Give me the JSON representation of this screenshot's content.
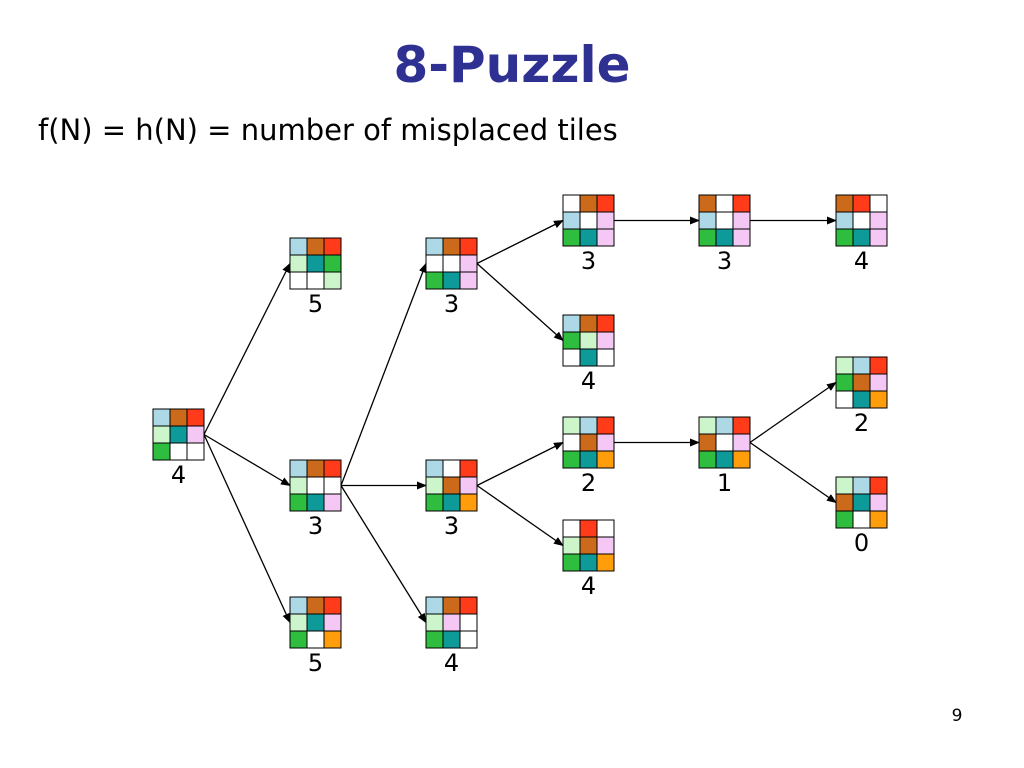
{
  "title": "8-Puzzle",
  "subtitle": "f(N) = h(N) = number of misplaced tiles",
  "page_number": "9",
  "tile_colors": {
    "1": "#add8e6",
    "2": "#cc6a1c",
    "3": "#ff3b1a",
    "4": "#ccf5cc",
    "5": "#0f9a9a",
    "6": "#f4c7f4",
    "7": "#2ebd3e",
    "8": "#ffffff",
    "9": "#ff9e0a",
    "0": "#ffffff"
  },
  "nodes": [
    {
      "id": "n0",
      "state": "123456780",
      "h": "4"
    },
    {
      "id": "n1",
      "state": "123457084",
      "h": "5"
    },
    {
      "id": "n2",
      "state": "123408756",
      "h": "3"
    },
    {
      "id": "n3",
      "state": "123456709",
      "h": "5"
    },
    {
      "id": "n4",
      "state": "123086756",
      "h": "3"
    },
    {
      "id": "n5",
      "state": "103426759",
      "h": "3"
    },
    {
      "id": "n6",
      "state": "123468750",
      "h": "4"
    },
    {
      "id": "n7",
      "state": "023186756",
      "h": "3"
    },
    {
      "id": "n8",
      "state": "123746058",
      "h": "4"
    },
    {
      "id": "n9",
      "state": "413026759",
      "h": "2"
    },
    {
      "id": "n10",
      "state": "830426759",
      "h": "4"
    },
    {
      "id": "n11",
      "state": "203186756",
      "h": "3"
    },
    {
      "id": "n12",
      "state": "230186756",
      "h": "4"
    },
    {
      "id": "n13",
      "state": "413206759",
      "h": "1"
    },
    {
      "id": "n14",
      "state": "413726059",
      "h": "2"
    },
    {
      "id": "n15",
      "state": "413256709",
      "h": "0"
    }
  ],
  "edges": [
    [
      "n0",
      "n1"
    ],
    [
      "n0",
      "n2"
    ],
    [
      "n0",
      "n3"
    ],
    [
      "n2",
      "n4"
    ],
    [
      "n2",
      "n5"
    ],
    [
      "n2",
      "n6"
    ],
    [
      "n4",
      "n7"
    ],
    [
      "n4",
      "n8"
    ],
    [
      "n5",
      "n9"
    ],
    [
      "n5",
      "n10"
    ],
    [
      "n7",
      "n11"
    ],
    [
      "n11",
      "n12"
    ],
    [
      "n9",
      "n13"
    ],
    [
      "n13",
      "n14"
    ],
    [
      "n13",
      "n15"
    ]
  ]
}
